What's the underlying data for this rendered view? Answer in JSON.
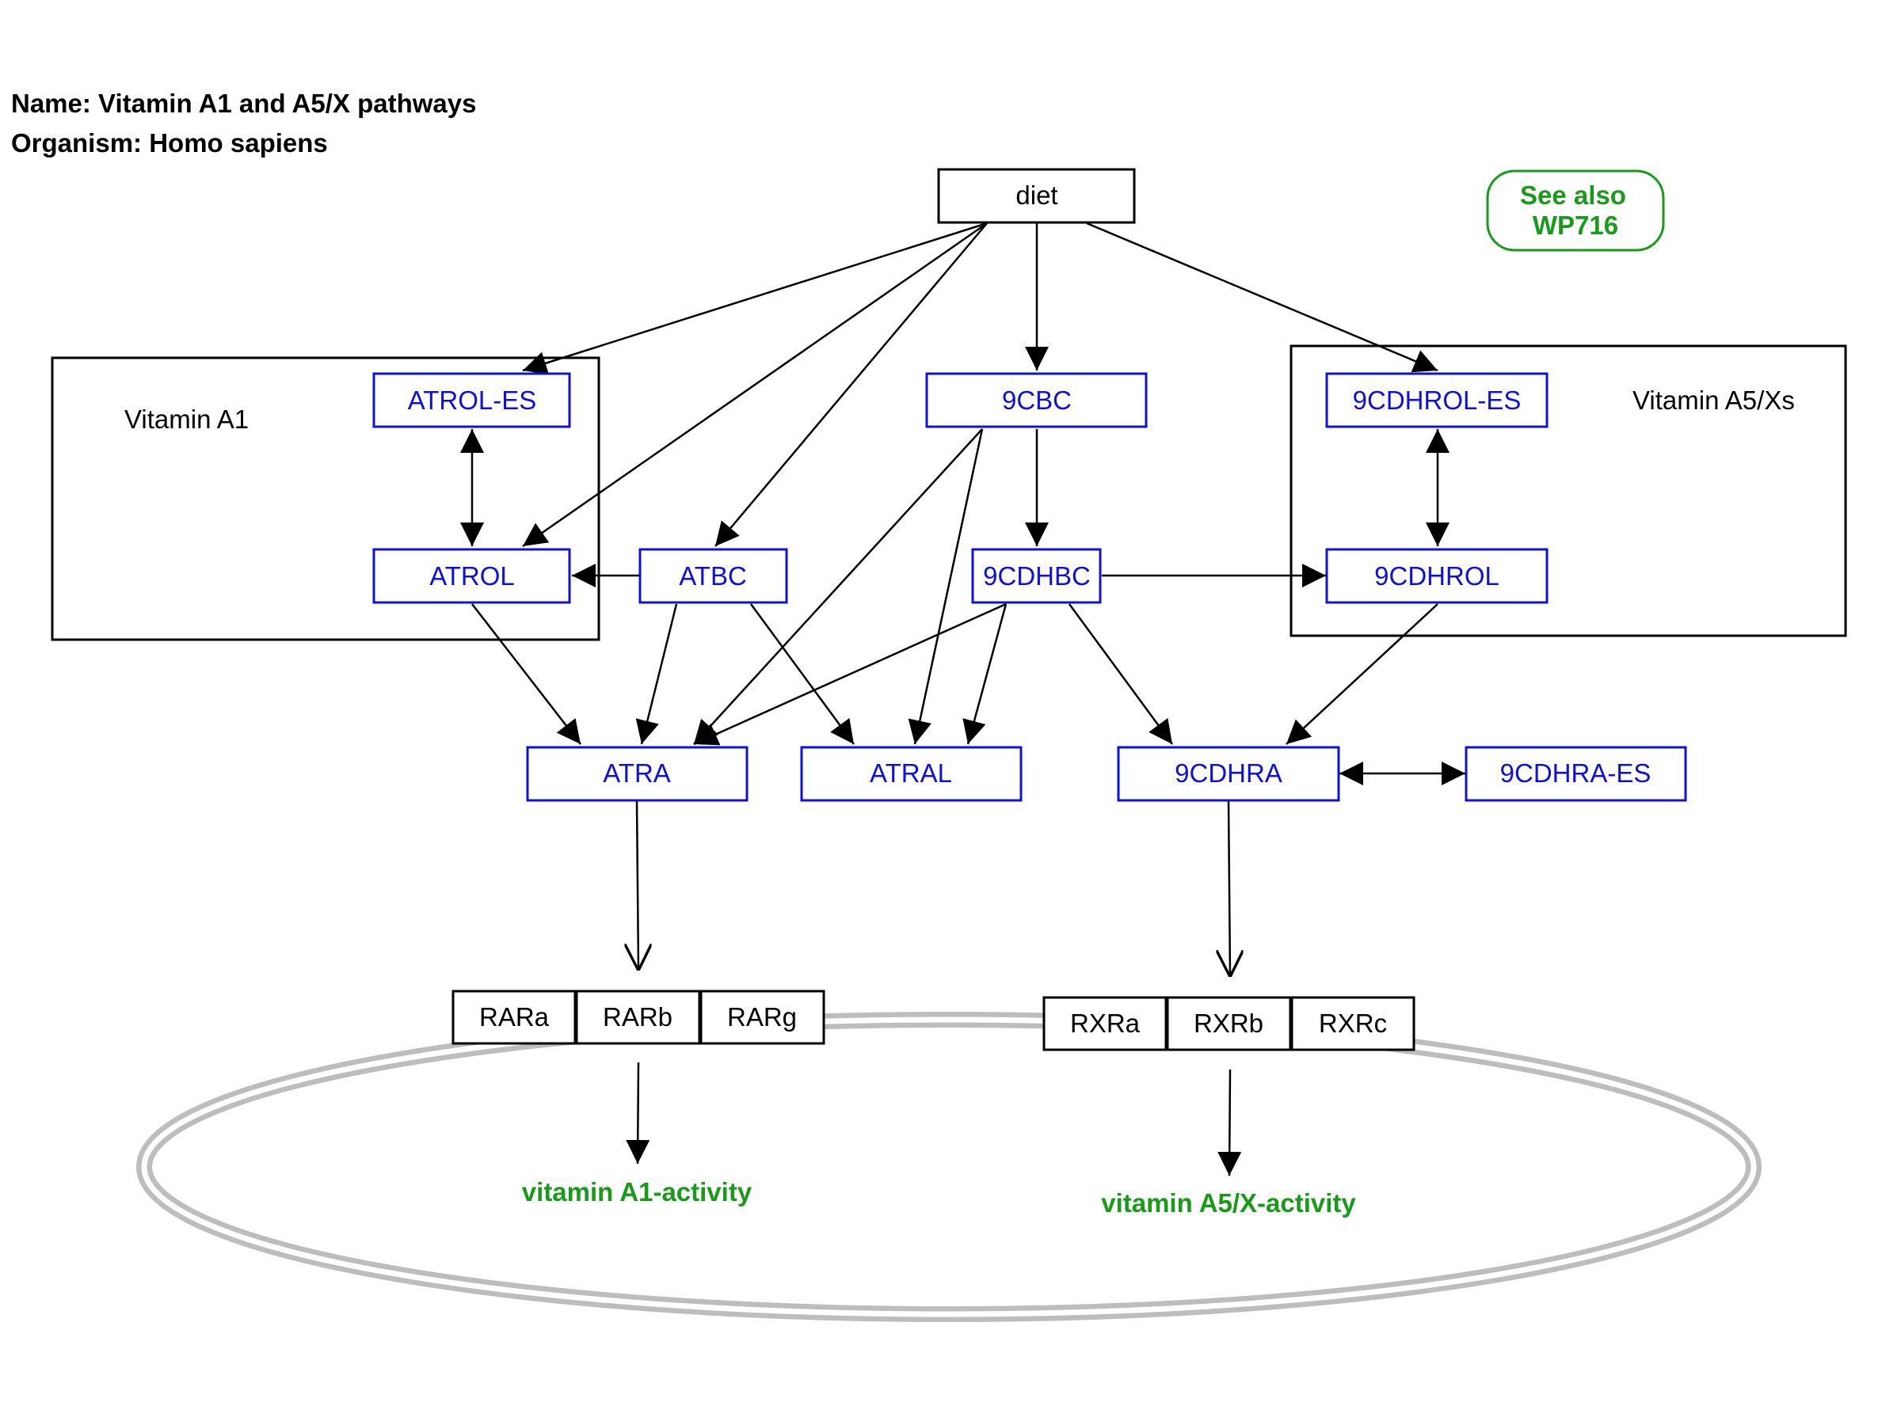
{
  "header": {
    "name_line": "Name: Vitamin A1 and A5/X pathways",
    "organism_line": "Organism: Homo sapiens"
  },
  "groups": {
    "vitamin_a1": "Vitamin A1",
    "vitamin_a5x": "Vitamin A5/Xs"
  },
  "see_also": {
    "line1": "See also",
    "line2": "WP716"
  },
  "nodes": {
    "diet": "diet",
    "atrol_es": "ATROL-ES",
    "atrol": "ATROL",
    "atbc": "ATBC",
    "cbc9": "9CBC",
    "cdhbc9": "9CDHBC",
    "cdhrol_es9": "9CDHROL-ES",
    "cdhrol9": "9CDHROL",
    "atra": "ATRA",
    "atral": "ATRAL",
    "cdhra9": "9CDHRA",
    "cdhra_es9": "9CDHRA-ES"
  },
  "receptors": {
    "rar": [
      "RARa",
      "RARb",
      "RARg"
    ],
    "rxr": [
      "RXRa",
      "RXRb",
      "RXRc"
    ]
  },
  "activities": {
    "a1": "vitamin A1-activity",
    "a5x": "vitamin A5/X-activity"
  },
  "colors": {
    "metabolite": "#1010dd",
    "label_green": "#1a9a1a",
    "membrane": "#bdbdbd"
  }
}
